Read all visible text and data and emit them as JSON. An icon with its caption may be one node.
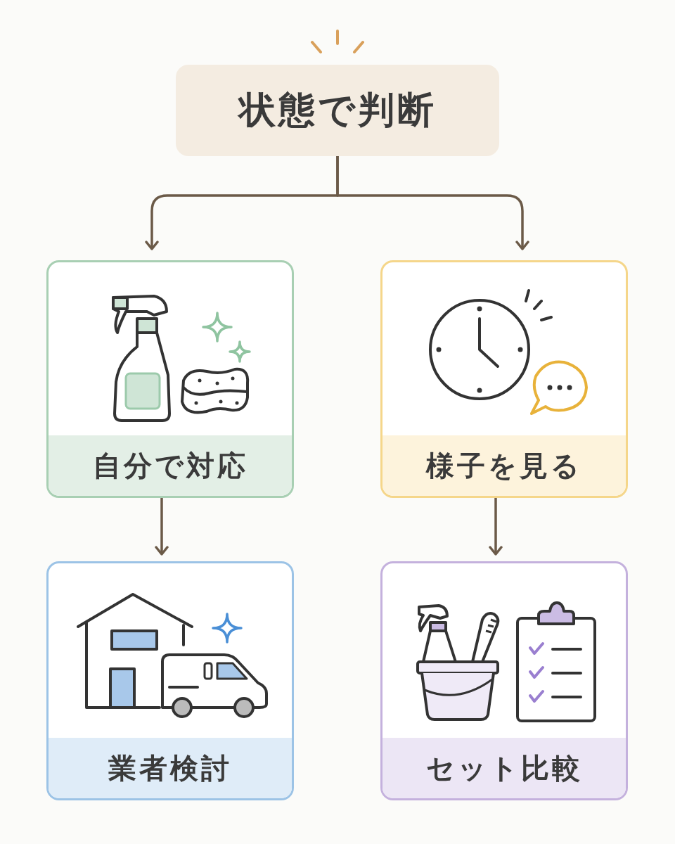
{
  "diagram": {
    "nodes": [
      {
        "text": [
          "状態で判断"
        ]
      },
      {
        "text": [
          "自分で対応"
        ]
      },
      {
        "text": [
          "様子を見る"
        ]
      },
      {
        "text": [
          "業者検討"
        ]
      },
      {
        "text": [
          "セット比較"
        ]
      }
    ],
    "edges": [
      {
        "from": 0,
        "to": 1,
        "arrow": "to"
      },
      {
        "from": 0,
        "to": 2,
        "arrow": "to"
      },
      {
        "from": 1,
        "to": 3,
        "arrow": "to"
      },
      {
        "from": 2,
        "to": 4,
        "arrow": "to"
      }
    ]
  }
}
